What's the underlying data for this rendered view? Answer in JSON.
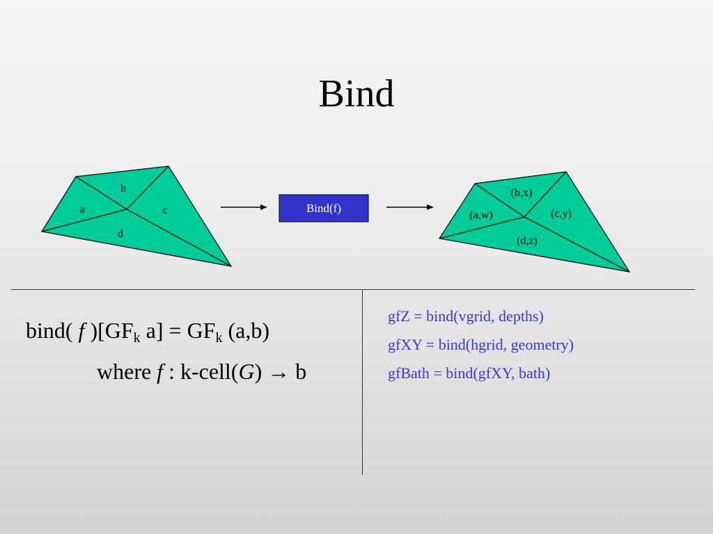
{
  "title": "Bind",
  "left_graph": {
    "cells": [
      "b",
      "a",
      "c",
      "d"
    ]
  },
  "operator": {
    "label": "Bind(f)",
    "fill_color": "#3333cc"
  },
  "right_graph": {
    "cells": [
      "(b,x)",
      "(a,w)",
      "(c,y)",
      "(d,z)"
    ]
  },
  "colors": {
    "cell_fill": "#00cc99",
    "code_text": "#3a3ad0"
  },
  "formula": {
    "part1": "bind( ",
    "f": "f",
    "part2": " )[GF",
    "k1": "k",
    "part3": " a] = GF",
    "k2": "k",
    "part4": " (a,b)",
    "where": "where ",
    "part5": " : k-cell(",
    "G": "G",
    "part6": ") → b"
  },
  "code_lines": [
    "gfZ = bind(vgrid, depths)",
    "gfXY = bind(hgrid, geometry)",
    "gfBath = bind(gfXY, bath)"
  ]
}
